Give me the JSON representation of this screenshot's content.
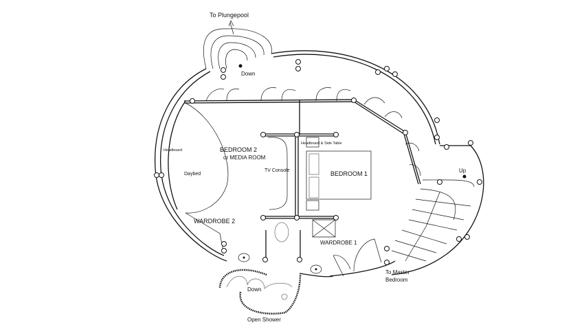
{
  "title": "Floor plan",
  "labels": {
    "to_plungepool": "To Plungepool",
    "down_top": "Down",
    "headboard": "Headboard",
    "daybed": "Daybed",
    "bedroom2": "BEDROOM 2",
    "media_room": "or MEDIA ROOM",
    "tv_console": "TV Console",
    "headboard_side_table": "Headboard & Side Table",
    "bedroom1": "BEDROOM 1",
    "wardrobe2": "WARDROBE 2",
    "wardrobe1": "WARDROBE 1",
    "up": "Up",
    "to_master": "To Master",
    "master_bedroom": "Bedroom",
    "down_bottom": "Down",
    "open_shower": "Open Shower"
  }
}
